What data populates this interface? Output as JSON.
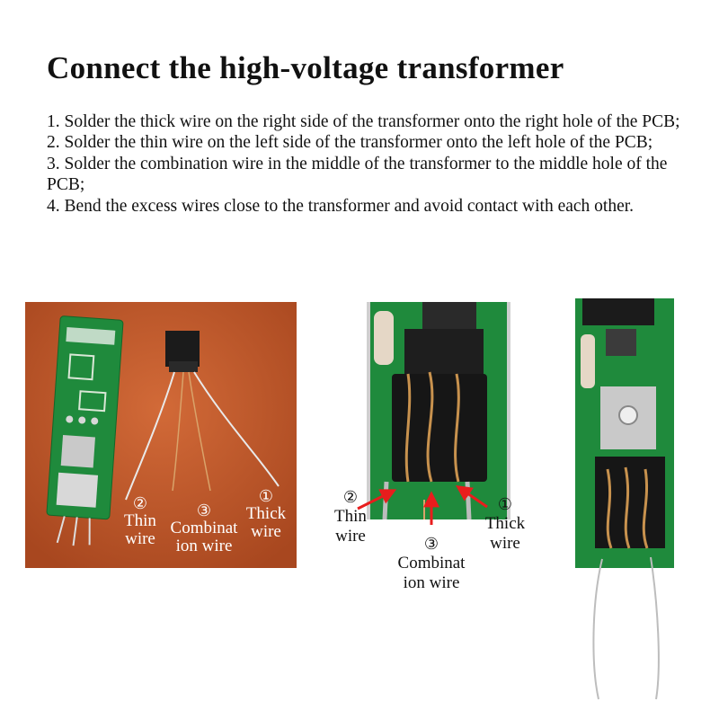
{
  "title": "Connect the high-voltage transformer",
  "steps": [
    "1. Solder the thick wire on the right side of the transformer onto the right hole of the PCB;",
    "2. Solder the thin wire on the left side of the transformer onto the left hole of the PCB;",
    "3. Solder the combination wire in the middle of the transformer to the middle hole of the PCB;",
    "4. Bend the excess wires close to the transformer and avoid contact with each other."
  ],
  "photo1": {
    "thin": {
      "num": "②",
      "line1": "Thin",
      "line2": "wire"
    },
    "combo": {
      "num": "③",
      "line1": "Combinat",
      "line2": "ion wire"
    },
    "thick": {
      "num": "①",
      "line1": "Thick",
      "line2": "wire"
    }
  },
  "photo2": {
    "thin": {
      "num": "②",
      "line1": "Thin",
      "line2": "wire"
    },
    "combo": {
      "num": "③",
      "line1": "Combinat",
      "line2": "ion wire"
    },
    "thick": {
      "num": "①",
      "line1": "Thick",
      "line2": "wire"
    }
  },
  "colors": {
    "leather": "#c2582a",
    "pcb": "#1f8a3c",
    "arrow": "#e81d1d"
  }
}
